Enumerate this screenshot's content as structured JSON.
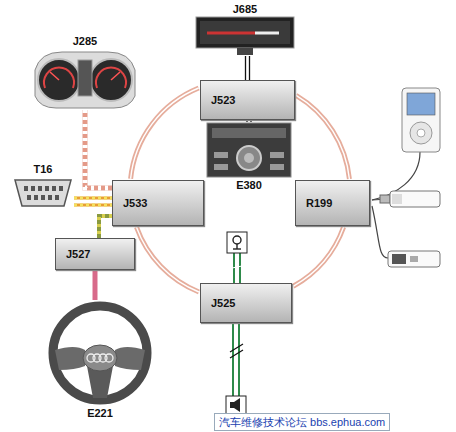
{
  "diagram": {
    "nodes": [
      {
        "text": [
          "J285"
        ]
      },
      {
        "text": [
          "J685"
        ]
      },
      {
        "text": [
          "J523"
        ]
      },
      {
        "text": [
          "E380"
        ]
      },
      {
        "text": [
          "T16"
        ]
      },
      {
        "text": [
          "J533"
        ]
      },
      {
        "text": [
          "R199"
        ]
      },
      {
        "text": [
          "J527"
        ]
      },
      {
        "text": [
          "J525"
        ]
      },
      {
        "text": [
          "E221"
        ]
      }
    ],
    "edges": [
      {
        "from": 0,
        "to": 5,
        "arrow": "none"
      },
      {
        "from": 4,
        "to": 5,
        "arrow": "none"
      },
      {
        "from": 5,
        "to": 7,
        "arrow": "none"
      },
      {
        "from": 7,
        "to": 9,
        "arrow": "none"
      },
      {
        "from": 1,
        "to": 2,
        "arrow": "none"
      },
      {
        "from": 2,
        "to": 3,
        "arrow": "none"
      },
      {
        "from": 5,
        "to": 2,
        "arrow": "none"
      },
      {
        "from": 2,
        "to": 6,
        "arrow": "none"
      },
      {
        "from": 6,
        "to": 8,
        "arrow": "none"
      },
      {
        "from": 8,
        "to": 5,
        "arrow": "none"
      }
    ],
    "labels": [
      "汽车维修技术论坛 bbs.ephua.com"
    ]
  }
}
